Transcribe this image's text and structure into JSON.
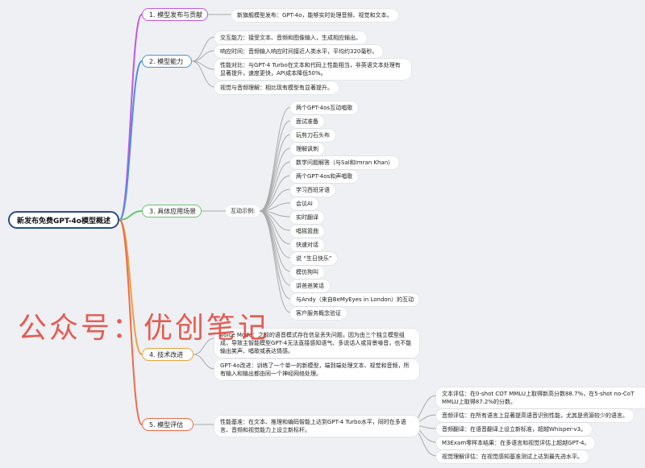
{
  "root": {
    "label": "新发布免费GPT-4o模型概述"
  },
  "branches": [
    {
      "label": "1. 模型发布与贡献",
      "color": "#c257e0",
      "children": [
        "新旗舰模型发布：GPT-4o，能够实时处理音频、视觉和文本。"
      ]
    },
    {
      "label": "2. 模型能力",
      "color": "#4a90e2",
      "children": [
        "交互能力：接受文本、音频和图像输入，生成相应输出。",
        "响应时间：音频输入响应时间接近人类水平，平均约320毫秒。",
        "性能对比：与GPT-4 Turbo在文本和代码上性能相当，非英语文本处理有显著提升，速度更快，API成本降低50%。",
        "视觉与音频理解：相比现有模型有显著提升。"
      ]
    },
    {
      "label": "3. 具体应用场景",
      "color": "#6bc36b",
      "sub_label": "互动示例:",
      "children": [
        "两个GPT-4os互动唱歌",
        "面试准备",
        "玩剪刀石头布",
        "理解讽刺",
        "数学问题解答（与Sal和Imran Khan）",
        "两个GPT-4os和声唱歌",
        "学习西班牙语",
        "会议AI",
        "实时翻译",
        "唱摇篮曲",
        "快速对话",
        "说 “生日快乐”",
        "模仿狗叫",
        "讲爸爸笑话",
        "与Andy（来自BeMyEyes in London）的互动",
        "客户服务概念验证"
      ]
    },
    {
      "label": "4. 技术改进",
      "color": "#e8a33d",
      "children": [
        "Voice Mode：之前的语音模式存在信息丢失问题，因为由三个独立模型组成，导致主智能模型GPT-4无法直接感知语气、多说话人或背景噪音，也不能输出笑声、唱歌或表达情感。",
        "GPT-4o改进：训练了一个单一的新模型，端到端处理文本、视觉和音频，所有输入和输出都由同一个神经网络处理。"
      ]
    },
    {
      "label": "5. 模型评估",
      "color": "#ef6a4b",
      "sub_label": "性能基准：在文本、推理和编码智能上达到GPT-4 Turbo水平，同时在多语言、音频和视觉能力上设立新标杆。",
      "children": [
        "文本评估：在0-shot COT MMLU上取得新高分数88.7%，在5-shot no-CoT MMLU上取得87.2%的分数。",
        "音频评估：在所有语言上显著提高语音识别性能，尤其是资源较少的语言。",
        "音频翻译：在语音翻译上设立新标准，超越Whisper-v3。",
        "M3Exam零样本结果：在多语言和视觉评估上超越GPT-4。",
        "视觉理解评估：在视觉感知基准测试上达到最先进水平。"
      ]
    }
  ],
  "watermark": "公众号：优创笔记"
}
